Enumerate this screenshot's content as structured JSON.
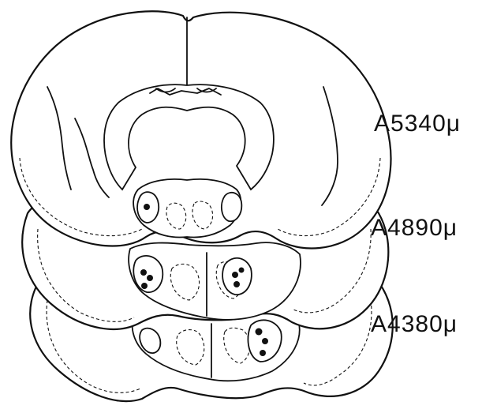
{
  "figure": {
    "sections": [
      {
        "level_label": "A5340μ"
      },
      {
        "level_label": "A4890μ"
      },
      {
        "level_label": "A4380μ"
      }
    ],
    "lesion_color": "#111111",
    "line_color": "#111111"
  }
}
